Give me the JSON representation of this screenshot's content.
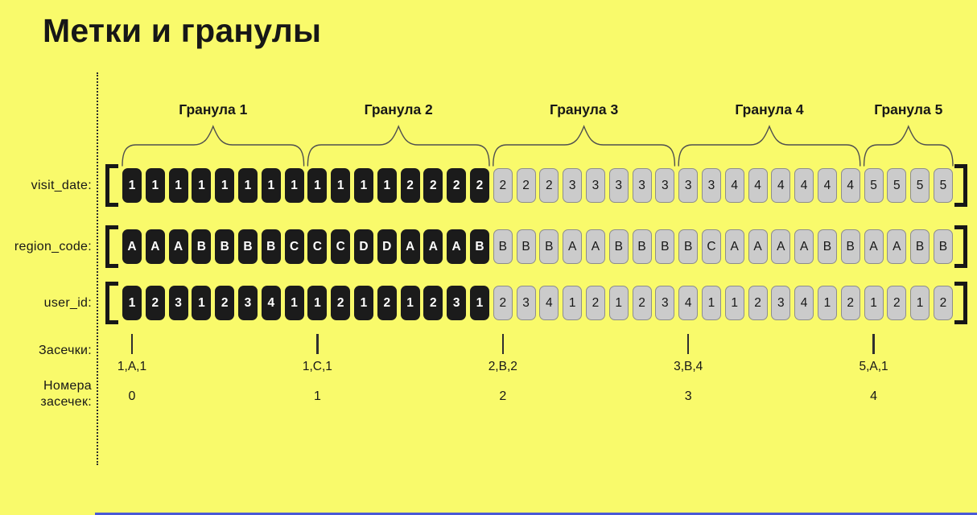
{
  "title": "Метки и гранулы",
  "colors": {
    "background": "#F9FA6B",
    "ink": "#171717",
    "cell_dark": "#1B1B1B",
    "cell_dark_text": "#FFFFFF",
    "cell_light": "#CBCBCB",
    "cell_light_border": "#8D8D8D",
    "cell_light_text": "#161616",
    "line": "#4F4F4F",
    "accent_bar": "#4A59D6"
  },
  "granules": [
    {
      "label": "Гранула 1",
      "shade": "dark"
    },
    {
      "label": "Гранула 2",
      "shade": "dark"
    },
    {
      "label": "Гранула 3",
      "shade": "light"
    },
    {
      "label": "Гранула 4",
      "shade": "light"
    },
    {
      "label": "Гранула 5",
      "shade": "light"
    }
  ],
  "rows": [
    {
      "label": "visit_date:",
      "granules": [
        [
          "1",
          "1",
          "1",
          "1",
          "1",
          "1",
          "1",
          "1"
        ],
        [
          "1",
          "1",
          "1",
          "1",
          "2",
          "2",
          "2",
          "2"
        ],
        [
          "2",
          "2",
          "2",
          "3",
          "3",
          "3",
          "3",
          "3"
        ],
        [
          "3",
          "3",
          "4",
          "4",
          "4",
          "4",
          "4",
          "4"
        ],
        [
          "5",
          "5",
          "5",
          "5"
        ]
      ]
    },
    {
      "label": "region_code:",
      "granules": [
        [
          "A",
          "A",
          "A",
          "B",
          "B",
          "B",
          "B",
          "C"
        ],
        [
          "C",
          "C",
          "D",
          "D",
          "A",
          "A",
          "A",
          "B"
        ],
        [
          "B",
          "B",
          "B",
          "A",
          "A",
          "B",
          "B",
          "B"
        ],
        [
          "B",
          "C",
          "A",
          "A",
          "A",
          "A",
          "B",
          "B"
        ],
        [
          "A",
          "A",
          "B",
          "B"
        ]
      ]
    },
    {
      "label": "user_id:",
      "granules": [
        [
          "1",
          "2",
          "3",
          "1",
          "2",
          "3",
          "4",
          "1"
        ],
        [
          "1",
          "2",
          "1",
          "2",
          "1",
          "2",
          "3",
          "1"
        ],
        [
          "2",
          "3",
          "4",
          "1",
          "2",
          "1",
          "2",
          "3"
        ],
        [
          "4",
          "1",
          "1",
          "2",
          "3",
          "4",
          "1",
          "2"
        ],
        [
          "1",
          "2",
          "1",
          "2"
        ]
      ]
    }
  ],
  "marks": {
    "label": "Засечки:",
    "values": [
      "1,A,1",
      "1,C,1",
      "2,B,2",
      "3,B,4",
      "5,A,1"
    ]
  },
  "mark_numbers": {
    "label_line1": "Номера",
    "label_line2": "засечек:",
    "values": [
      "0",
      "1",
      "2",
      "3",
      "4"
    ]
  }
}
